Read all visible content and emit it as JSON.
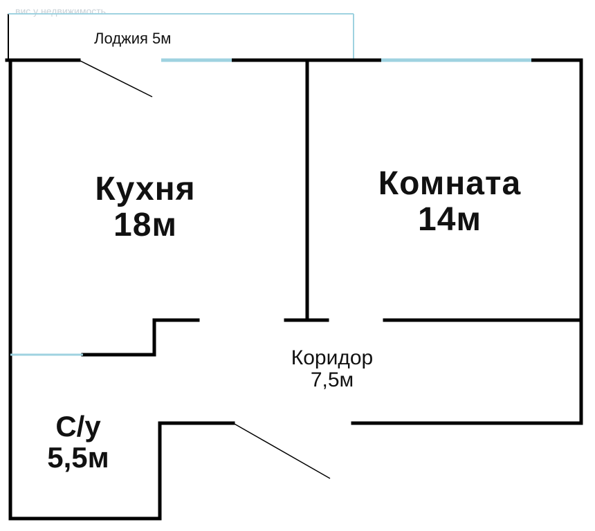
{
  "watermark": "вис у недвижимость",
  "colors": {
    "wall": "#000000",
    "window": "#9ed2e0",
    "background": "#ffffff"
  },
  "rooms": {
    "loggia": {
      "name": "Лоджия 5м"
    },
    "kitchen": {
      "name": "Кухня",
      "area": "18м"
    },
    "room": {
      "name": "Комната",
      "area": "14м"
    },
    "corridor": {
      "name": "Коридор",
      "area": "7,5м"
    },
    "bathroom": {
      "name": "С/у",
      "area": "5,5м"
    }
  }
}
